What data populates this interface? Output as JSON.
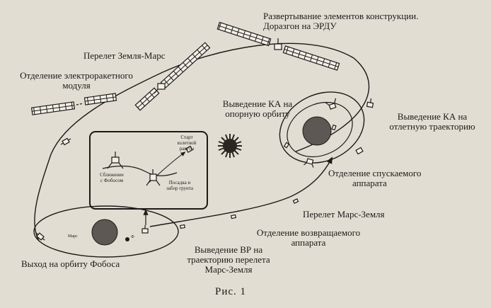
{
  "figure": {
    "caption": "Рис. 1",
    "labels": {
      "deploy_line1": "Развертывание элементов конструкции.",
      "deploy_line2": "Доразгон на ЭРДУ",
      "flight_earth_mars": "Перелет Земля-Марс",
      "separation_line1": "Отделение электроракетного",
      "separation_line2": "модуля",
      "insertion_ref_line1": "Выведение КА на",
      "insertion_ref_line2": "опорную орбиту",
      "insertion_dep_line1": "Выведение КА на",
      "insertion_dep_line2": "отлетную траекторию",
      "lander_sep_line1": "Отделение спускаемого",
      "lander_sep_line2": "аппарата",
      "flight_mars_earth": "Перелет Марс-Земля",
      "return_sep_line1": "Отделение возвращаемого",
      "return_sep_line2": "аппарата",
      "vr_insert_line1": "Выведение ВР на",
      "vr_insert_line2": "траекторию перелета",
      "vr_insert_line3": "Марс-Земля",
      "phobos_orbit": "Выход на орбиту Фобоса"
    },
    "inset": {
      "start_line1": "Старт",
      "start_line2": "взлетной",
      "start_line3": "ракеты",
      "approach_line1": "Сближение",
      "approach_line2": "с Фобосом",
      "landing_line1": "Посадка и",
      "landing_line2": "забор грунта"
    },
    "planet_labels": {
      "mars": "Марс",
      "phobos": "Ф"
    },
    "colors": {
      "paper": "#e2ddd3",
      "ink": "#1c1a17",
      "planet": "#5d5853",
      "sun": "#2a2723"
    }
  }
}
